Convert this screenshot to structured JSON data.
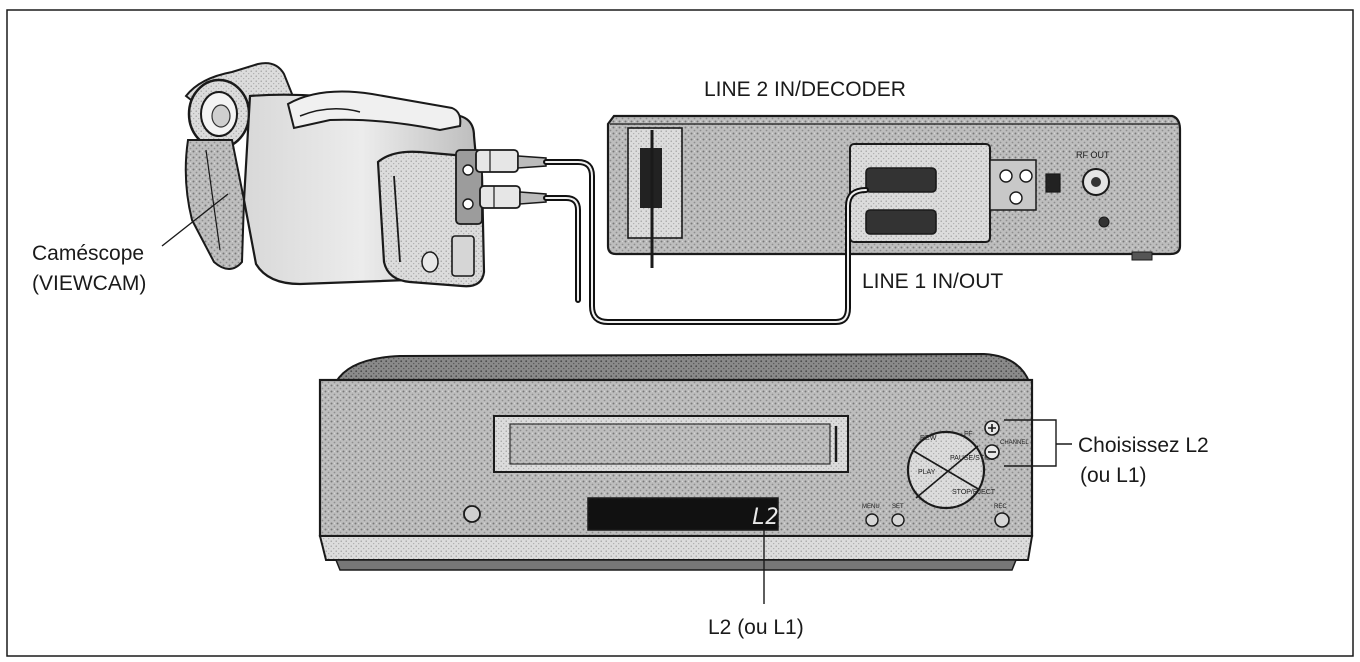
{
  "labels": {
    "line2": "LINE 2 IN/DECODER",
    "line1": "LINE 1 IN/OUT",
    "camcorder_line1": "Caméscope",
    "camcorder_line2": "(VIEWCAM)",
    "choose_line1": "Choisissez L2",
    "choose_line2": "(ou L1)",
    "display_label": "L2 (ou L1)"
  },
  "vcr_front": {
    "display_text": "L2",
    "dial_play": "PLAY",
    "dial_pause": "PAUSE/STILL",
    "dial_stop": "STOP/EJECT",
    "dial_rew": "REW",
    "dial_ff": "FF",
    "channel": "CHANNEL",
    "menu": "MENU",
    "set": "SET",
    "rec": "REC"
  },
  "vcr_back": {
    "rf_out": "RF OUT"
  },
  "colors": {
    "ink": "#1a1a1a",
    "metal_light": "#d9d9d9",
    "metal_mid": "#a6a6a6",
    "metal_dark": "#5a5a5a",
    "display_bg": "#111111",
    "display_text": "#e8e8e8"
  }
}
